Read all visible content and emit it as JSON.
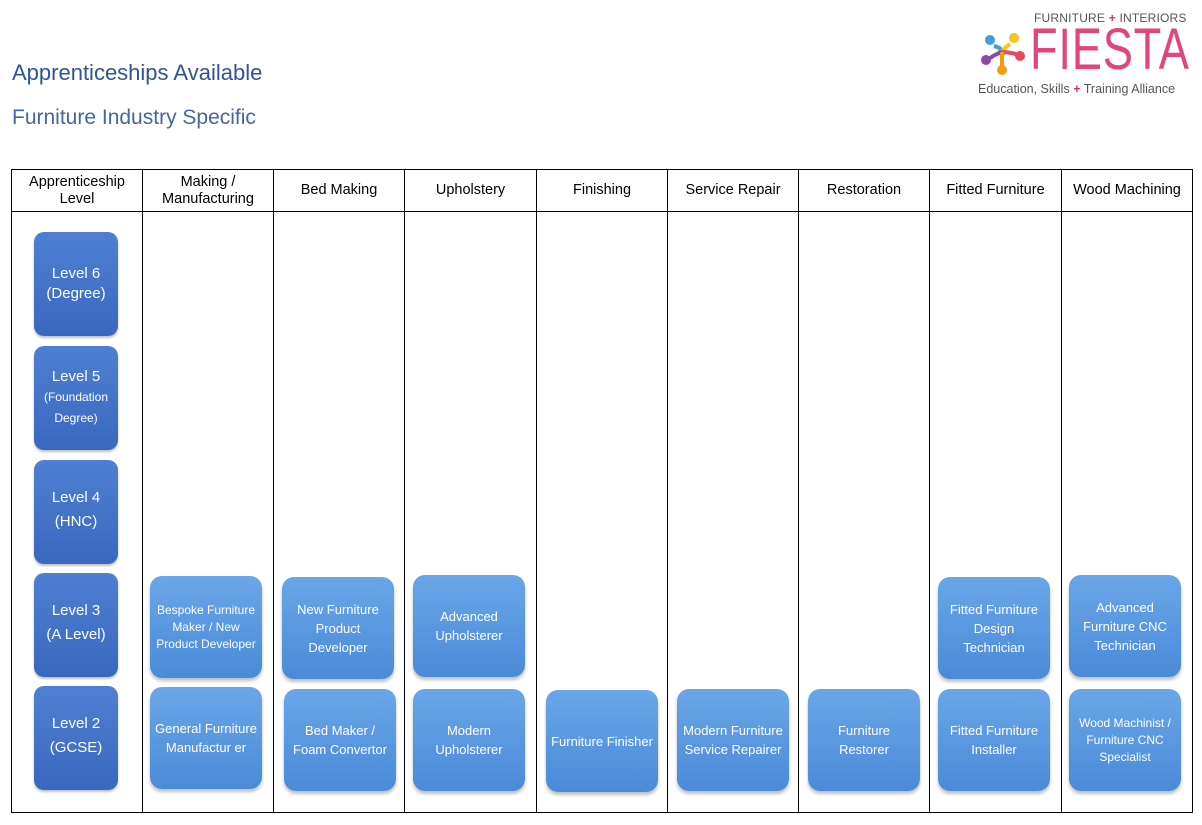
{
  "page": {
    "title": "Apprenticeships Available",
    "subtitle": "Furniture Industry Specific"
  },
  "logo": {
    "top_left": "FURNITURE",
    "top_plus": "+",
    "top_right": "INTERIORS",
    "word": "FIESTA",
    "bottom_left": "Education, Skills",
    "bottom_plus": "+",
    "bottom_right": "Training Alliance"
  },
  "table": {
    "headers": [
      "Apprenticeship\nLevel",
      "Making /\nManufacturing",
      "Bed Making",
      "Upholstery",
      "Finishing",
      "Service Repair",
      "Restoration",
      "Fitted Furniture",
      "Wood Machining"
    ],
    "levels": [
      {
        "main": "Level 6",
        "sub": "(Degree)"
      },
      {
        "main": "Level 5",
        "sub": "(Foundation Degree)"
      },
      {
        "main": "Level 4",
        "sub": "(HNC)"
      },
      {
        "main": "Level 3",
        "sub": "(A Level)"
      },
      {
        "main": "Level 2",
        "sub": "(GCSE)"
      }
    ],
    "roles": {
      "making_l3": "Bespoke Furniture Maker / New Product Developer",
      "making_l2": "General Furniture Manufactur er",
      "bed_l3": "New Furniture Product Developer",
      "bed_l2": "Bed Maker / Foam Convertor",
      "uph_l3": "Advanced Upholsterer",
      "uph_l2": "Modern Upholsterer",
      "finishing_l2": "Furniture Finisher",
      "service_l2": "Modern Furniture Service Repairer",
      "restoration_l2": "Furniture Restorer",
      "fitted_l3": "Fitted Furniture Design Technician",
      "fitted_l2": "Fitted Furniture Installer",
      "wood_l3": "Advanced Furniture CNC Technician",
      "wood_l2": "Wood Machinist / Furniture CNC Specialist"
    }
  }
}
